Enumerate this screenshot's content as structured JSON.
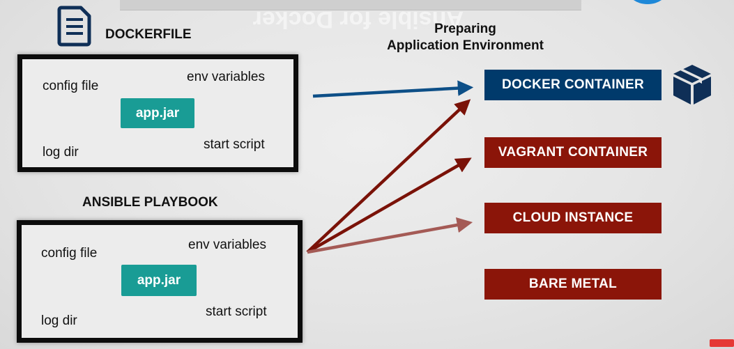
{
  "mirror_title": "Ansible for Docker",
  "dockerfile": {
    "title": "DOCKERFILE",
    "items": [
      "config file",
      "env variables",
      "log dir",
      "start script"
    ],
    "jar": "app.jar"
  },
  "playbook": {
    "title": "ANSIBLE PLAYBOOK",
    "items": [
      "config file",
      "env variables",
      "log dir",
      "start script"
    ],
    "jar": "app.jar"
  },
  "environment": {
    "title_line1": "Preparing",
    "title_line2": "Application Environment"
  },
  "targets": [
    {
      "label": "DOCKER CONTAINER",
      "color": "#003a6b"
    },
    {
      "label": "VAGRANT CONTAINER",
      "color": "#8b1509"
    },
    {
      "label": "CLOUD INSTANCE",
      "color": "#8b1509"
    },
    {
      "label": "BARE METAL",
      "color": "#8b1509"
    }
  ],
  "colors": {
    "jar": "#199c95",
    "blue_arrow": "#0d4f87",
    "red_arrow": "#7a1208",
    "red_arrow_faded": "#a45a55"
  },
  "icons": [
    "document-icon",
    "box-icon",
    "subscribe-badge"
  ]
}
